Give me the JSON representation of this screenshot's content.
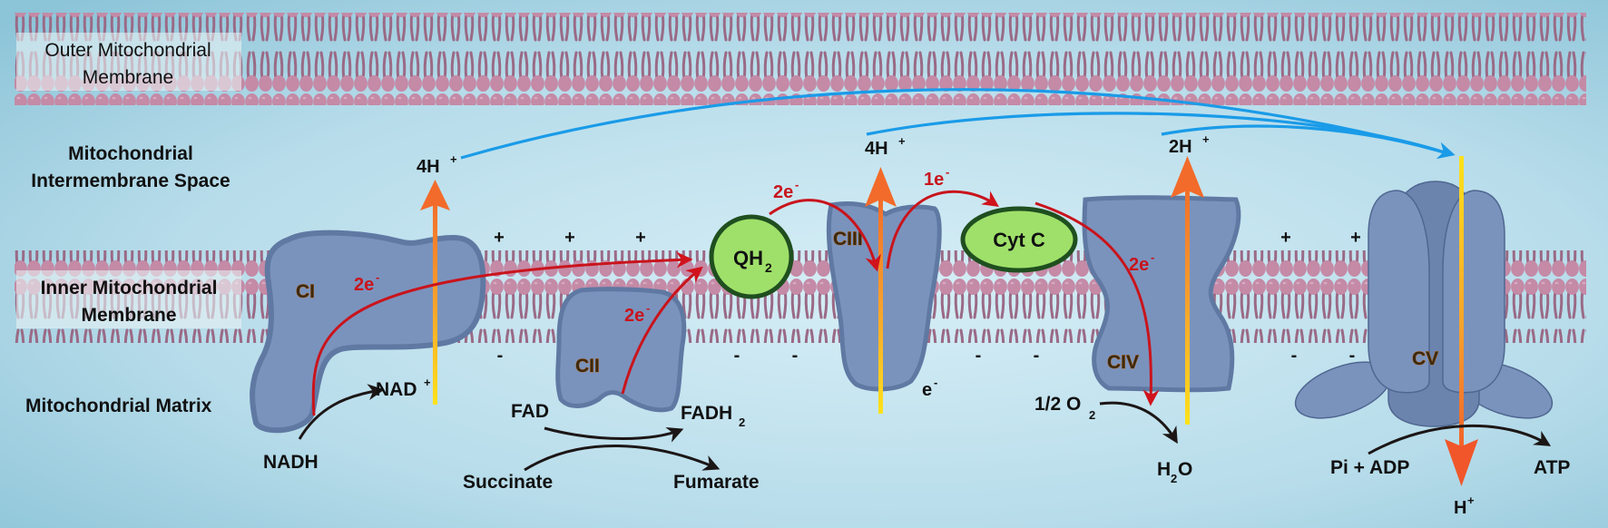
{
  "title": "Mitochondrial Electron Transport Chain",
  "regions": {
    "outer_membrane": [
      "Outer Mitochondrial",
      "Membrane"
    ],
    "intermembrane_space": [
      "Mitochondrial",
      "Intermembrane Space"
    ],
    "inner_membrane": [
      "Inner Mitochondrial",
      "Membrane"
    ],
    "matrix": "Mitochondrial Matrix"
  },
  "complexes": {
    "ci": "CI",
    "cii": "CII",
    "ciii": "CIII",
    "civ": "CIV",
    "cv": "CV"
  },
  "carriers": {
    "qh2": "QH",
    "qh2_sub": "2",
    "cytc": "Cyt C"
  },
  "protons": {
    "ci_pump": "4H",
    "ciii_pump": "4H",
    "civ_pump": "2H",
    "cv_out": "H",
    "sup": "+"
  },
  "electrons": {
    "ci": "2e",
    "cii": "2e",
    "qh2_to_ciii": "2e",
    "ciii_to_cytc": "1e",
    "cytc_to_civ": "2e",
    "matrix_e": "e",
    "sup": "-"
  },
  "reactions": {
    "nadh": "NADH",
    "nad": "NAD",
    "nad_sup": "+",
    "fad": "FAD",
    "fadh": "FADH",
    "fadh_sub": "2",
    "succinate": "Succinate",
    "fumarate": "Fumarate",
    "o2": "1/2 O",
    "o2_sub": "2",
    "h2o_h": "H",
    "h2o_sub": "2",
    "h2o_o": "O",
    "pi_adp": "Pi + ADP",
    "atp": "ATP"
  },
  "charges": {
    "plus": "+",
    "minus": "-"
  },
  "colors": {
    "background_light": "#d2ebf4",
    "background_dark": "#8cc4d8",
    "lipid_head": "#c48aa6",
    "lipid_tail": "#9a6a86",
    "protein": "#7a93bd",
    "protein_edge": "#5f79a3",
    "carrier_fill": "#9fe06a",
    "carrier_edge": "#1f4f1f",
    "electron_arrow": "#c9141c",
    "proton_flow": "#1a9be8",
    "proton_pump_top": "#f26b2a",
    "proton_pump_bottom": "#ffe21a"
  }
}
